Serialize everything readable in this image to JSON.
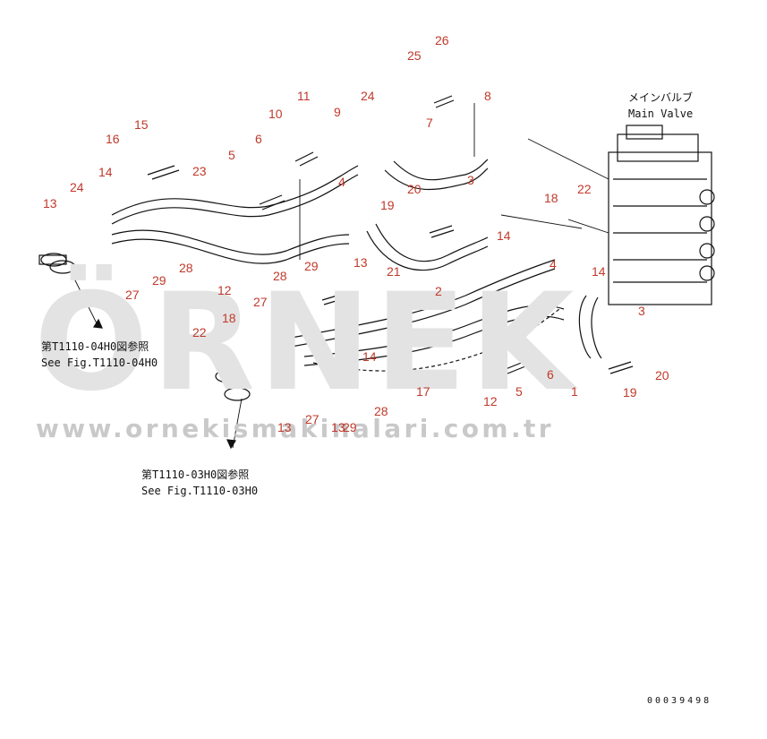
{
  "watermark": {
    "brand": "ÖRNEK",
    "website": "www.ornekismakinalari.com.tr"
  },
  "labels": {
    "main_valve_jp": "メインバルブ",
    "main_valve_en": "Main Valve",
    "ref_top_jp": "第T1110-04H0図参照",
    "ref_top_en": "See Fig.T1110-04H0",
    "ref_bottom_jp": "第T1110-03H0図参照",
    "ref_bottom_en": "See Fig.T1110-03H0",
    "doc_number": "00039498"
  },
  "callouts": [
    "26",
    "25",
    "8",
    "11",
    "24",
    "10",
    "9",
    "7",
    "15",
    "6",
    "16",
    "23",
    "5",
    "4",
    "3",
    "14",
    "20",
    "24",
    "19",
    "18",
    "22",
    "13",
    "14",
    "2",
    "28",
    "29",
    "12",
    "4",
    "14",
    "13",
    "21",
    "27",
    "28",
    "29",
    "17",
    "1",
    "3",
    "27",
    "18",
    "22",
    "13",
    "14",
    "6",
    "20",
    "12",
    "5",
    "19",
    "27",
    "13",
    "29",
    "28"
  ],
  "colors": {
    "callout": "#c0392b",
    "line": "#111111"
  }
}
